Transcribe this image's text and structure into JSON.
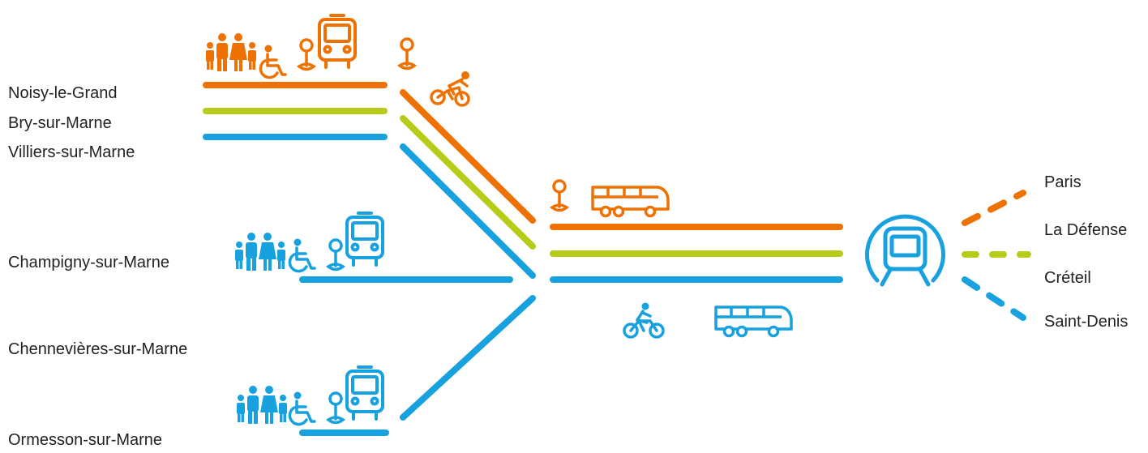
{
  "colors": {
    "orange": "#EE7203",
    "green": "#B6CC18",
    "blue": "#17A1DE",
    "text": "#222222"
  },
  "towns": {
    "noisy": "Noisy-le-Grand",
    "bry": "Bry-sur-Marne",
    "villiers": "Villiers-sur-Marne",
    "champigny": "Champigny-sur-Marne",
    "chennevieres": "Chennevières-sur-Marne",
    "ormesson": "Ormesson-sur-Marne"
  },
  "destinations": {
    "paris": "Paris",
    "la_defense": "La Défense",
    "creteil": "Créteil",
    "saint_denis": "Saint-Denis"
  },
  "icons": [
    "family-icon",
    "wheelchair-icon",
    "bus-stop-icon",
    "bus-icon",
    "cyclist-icon",
    "coach-icon",
    "bicycle-icon",
    "metro-icon"
  ]
}
